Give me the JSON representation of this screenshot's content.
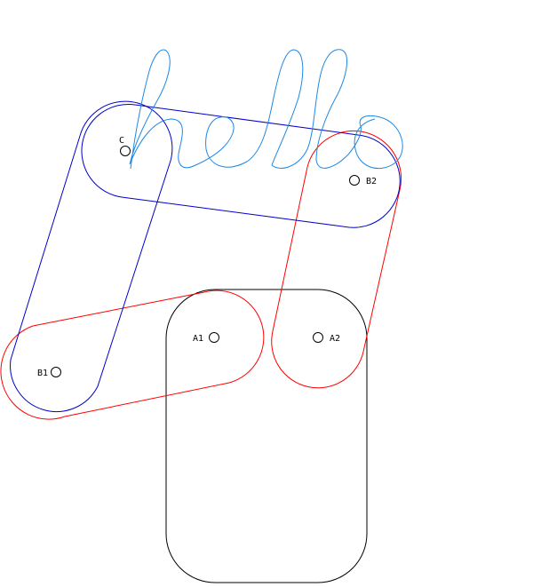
{
  "colors": {
    "background": "#ffffff",
    "link_blue": "#0000cc",
    "link_red": "#ff0000",
    "base_black": "#000000",
    "handwriting": "#1e88e5"
  },
  "handwriting": {
    "text": "hello"
  },
  "points": {
    "A1": {
      "label": "A1"
    },
    "A2": {
      "label": "A2"
    },
    "B1": {
      "label": "B1"
    },
    "B2": {
      "label": "B2"
    },
    "C": {
      "label": "C"
    }
  }
}
